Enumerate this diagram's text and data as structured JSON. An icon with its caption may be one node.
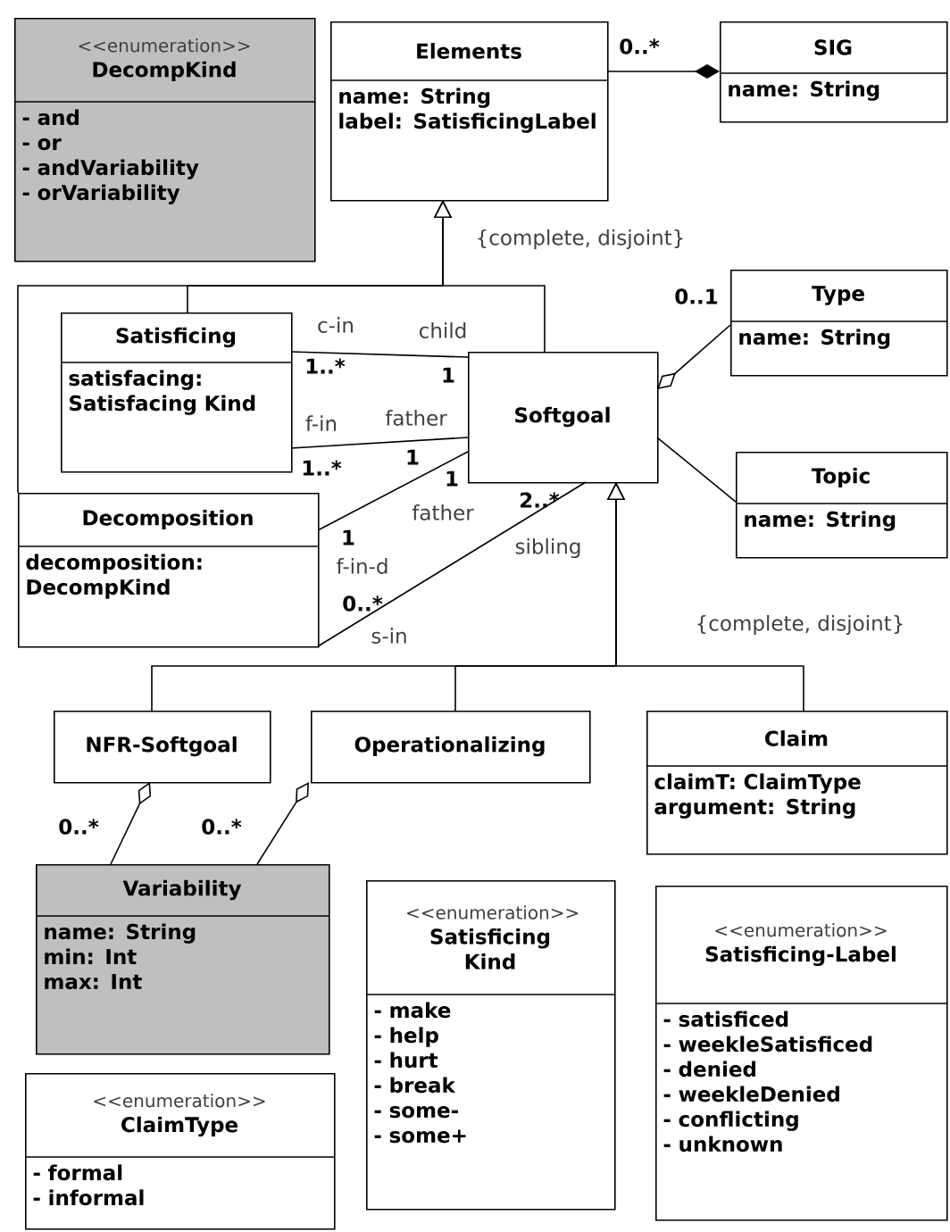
{
  "diagram": {
    "nodes": [
      {
        "text": [
          "<<enumeration>>",
          "DecompKind",
          "- and",
          "- or",
          "- andVariability",
          "- orVariability"
        ]
      },
      {
        "text": [
          "Elements",
          "name: String",
          "label: SatisficingLabel"
        ]
      },
      {
        "text": [
          "SIG",
          "name: String"
        ]
      },
      {
        "text": [
          "Satisficing",
          "satisfacing: Satisfacing Kind"
        ]
      },
      {
        "text": [
          "Type",
          "name: String"
        ]
      },
      {
        "text": [
          "Softgoal"
        ]
      },
      {
        "text": [
          "Decomposition",
          "decomposition: DecompKind"
        ]
      },
      {
        "text": [
          "Topic",
          "name: String"
        ]
      },
      {
        "text": [
          "NFR-Softgoal"
        ]
      },
      {
        "text": [
          "Operationalizing"
        ]
      },
      {
        "text": [
          "Claim",
          "claimT: ClaimType",
          "argument: String"
        ]
      },
      {
        "text": [
          "Variability",
          "name: String",
          "min: Int",
          "max: Int"
        ]
      },
      {
        "text": [
          "<<enumeration>>",
          "Satisficing Kind",
          "- make",
          "- help",
          "- hurt",
          "- break",
          "- some-",
          "- some+"
        ]
      },
      {
        "text": [
          "<<enumeration>>",
          "ClaimType",
          "- formal",
          "- informal"
        ]
      },
      {
        "text": [
          "<<enumeration>>",
          "Satisficing-Label",
          "- satisficed",
          "- weekleSatisficed",
          "- denied",
          "- weekleDenied",
          "- conflicting",
          "- unknown"
        ]
      }
    ],
    "edges": [
      {
        "from": 2,
        "to": 1,
        "arrow": "other"
      },
      {
        "from": 3,
        "to": 1,
        "arrow": "to"
      },
      {
        "from": 5,
        "to": 1,
        "arrow": "to"
      },
      {
        "from": 6,
        "to": 1,
        "arrow": "to"
      },
      {
        "from": 3,
        "to": 5,
        "arrow": "none"
      },
      {
        "from": 3,
        "to": 5,
        "arrow": "none"
      },
      {
        "from": 6,
        "to": 5,
        "arrow": "none"
      },
      {
        "from": 6,
        "to": 5,
        "arrow": "none"
      },
      {
        "from": 5,
        "to": 4,
        "arrow": "other"
      },
      {
        "from": 5,
        "to": 7,
        "arrow": "none"
      },
      {
        "from": 8,
        "to": 5,
        "arrow": "to"
      },
      {
        "from": 9,
        "to": 5,
        "arrow": "to"
      },
      {
        "from": 10,
        "to": 5,
        "arrow": "to"
      },
      {
        "from": 8,
        "to": 11,
        "arrow": "other"
      },
      {
        "from": 9,
        "to": 11,
        "arrow": "other"
      }
    ],
    "labels": [
      "0..*",
      "{complete, disjoint}",
      "0..1",
      "c-in",
      "child",
      "1..*",
      "1",
      "f-in",
      "father",
      "1..*",
      "1",
      "1",
      "father",
      "2..*",
      "1",
      "f-in-d",
      "sibling",
      "0..*",
      "s-in",
      "{complete, disjoint}",
      "0..*",
      "0..*"
    ]
  }
}
